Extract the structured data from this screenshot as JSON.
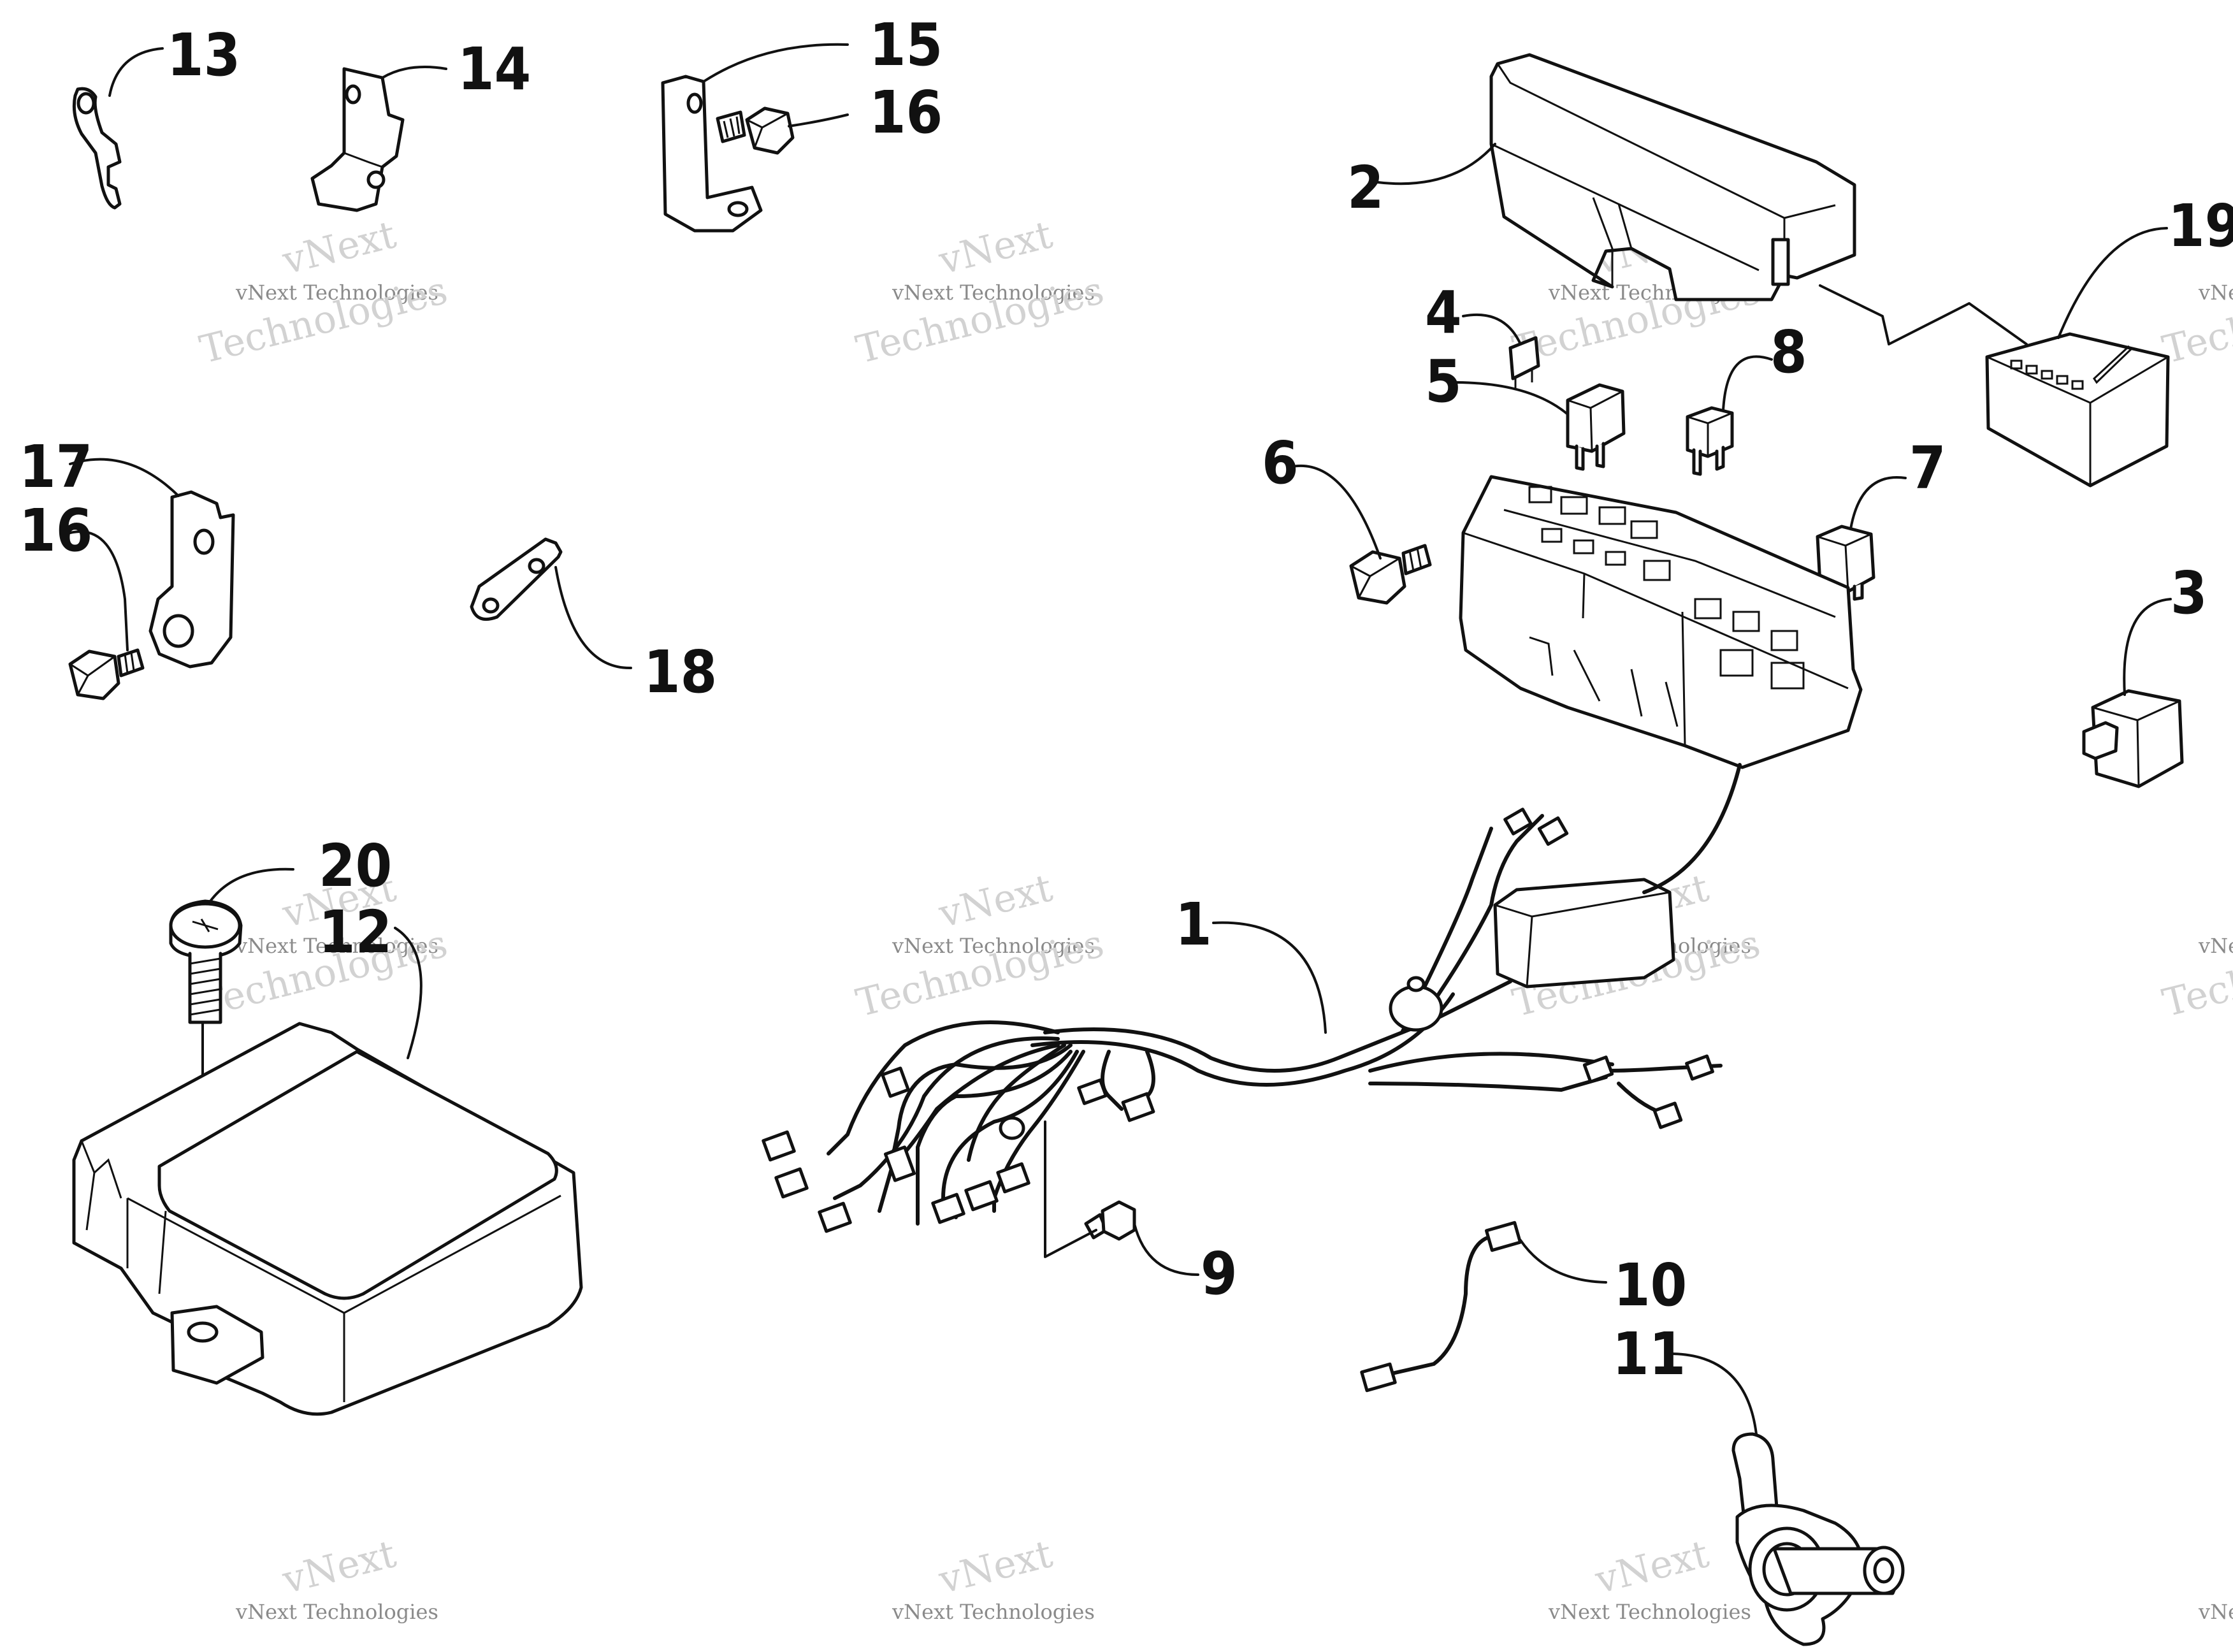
{
  "callouts": {
    "c1": "1",
    "c2": "2",
    "c3": "3",
    "c4": "4",
    "c5": "5",
    "c6": "6",
    "c7": "7",
    "c8": "8",
    "c9": "9",
    "c10": "10",
    "c11": "11",
    "c12": "12",
    "c13": "13",
    "c14": "14",
    "c15": "15",
    "c16a": "16",
    "c16b": "16",
    "c17": "17",
    "c18": "18",
    "c19": "19",
    "c20": "20"
  },
  "watermark": {
    "line1": "vNext",
    "line2": "vNext Technologies",
    "line3": "Technologies"
  }
}
